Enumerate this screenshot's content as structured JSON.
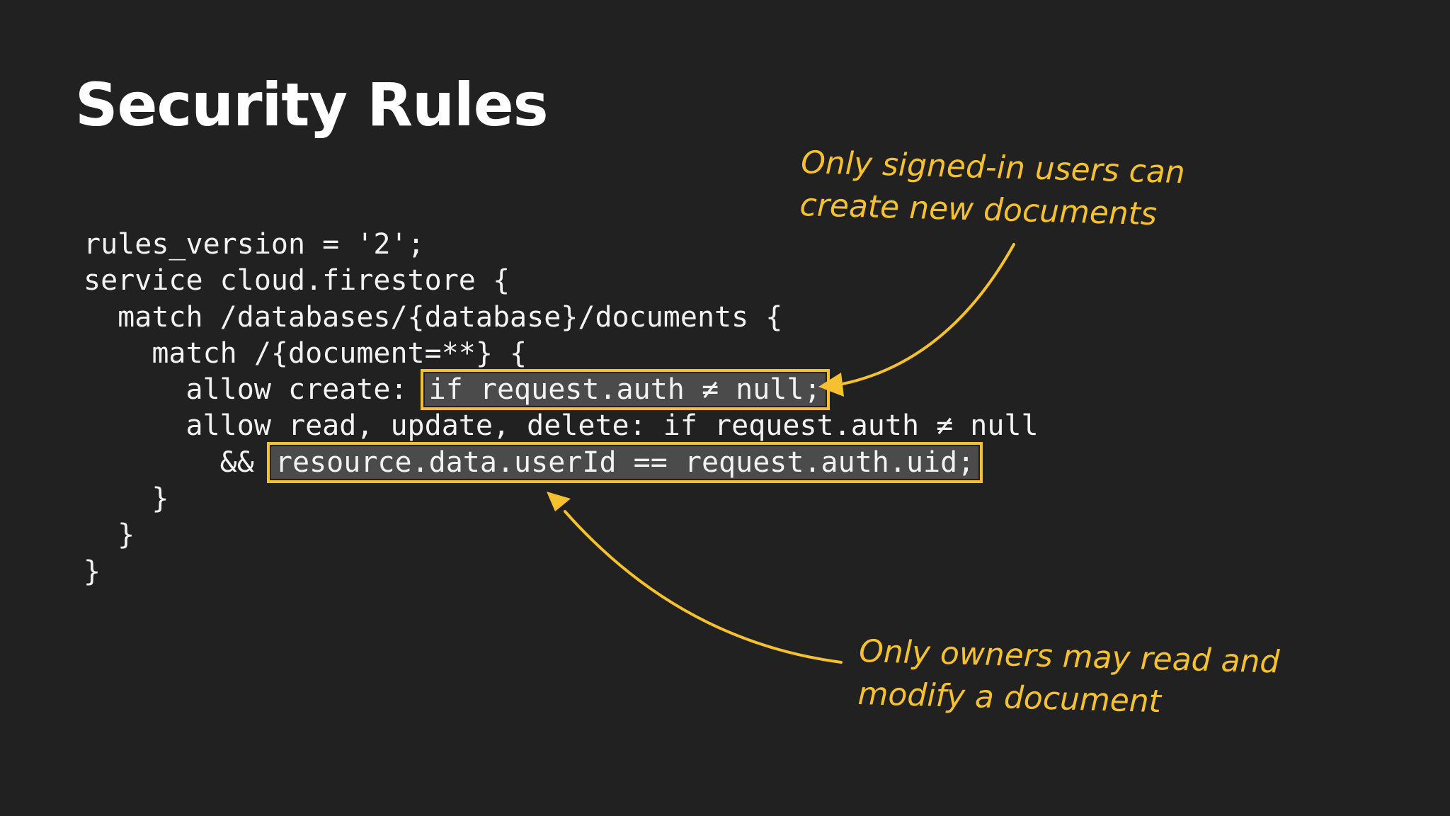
{
  "slide": {
    "title": "Security Rules",
    "code_lines": [
      "rules_version = '2';",
      "service cloud.firestore {",
      "  match /databases/{database}/documents {",
      "    match /{document=**} {",
      "      allow create: ",
      "      allow read, update, delete: if request.auth ≠ null",
      "        && ",
      "    }",
      "  }",
      "}"
    ],
    "highlight_create": "if request.auth ≠ null;",
    "highlight_owner": "resource.data.userId == request.auth.uid;",
    "annotations": {
      "signed_in": [
        "Only signed-in users can",
        "create new documents"
      ],
      "owners": [
        "Only owners may read and",
        "modify a document"
      ]
    }
  },
  "colors": {
    "background": "#212121",
    "text": "#f2f2f2",
    "accent": "#f5c12e",
    "highlight_bg": "#4b4b4b"
  }
}
